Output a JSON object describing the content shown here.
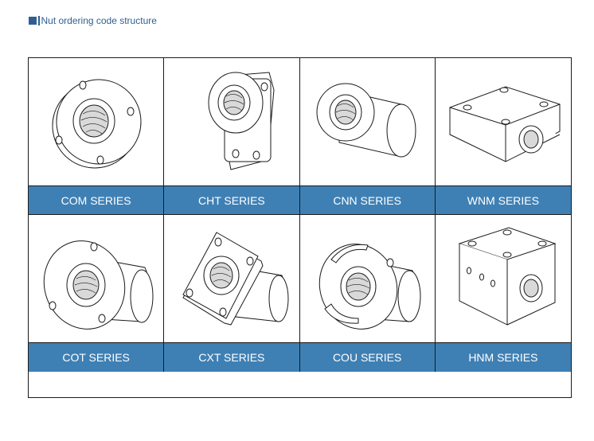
{
  "heading": {
    "text": "Nut ordering code structure"
  },
  "theme": {
    "accent": "#2f5f91",
    "label_bg": "#3f80b4",
    "label_text": "#ffffff",
    "border": "#1a1a1a"
  },
  "series": [
    {
      "label": "COM SERIES",
      "icon": "flange-nut-four-hole-icon"
    },
    {
      "label": "CHT SERIES",
      "icon": "flange-nut-trimmed-icon"
    },
    {
      "label": "CNN SERIES",
      "icon": "cylindrical-nut-icon"
    },
    {
      "label": "WNM SERIES",
      "icon": "block-nut-low-icon"
    },
    {
      "label": "COT SERIES",
      "icon": "flange-nut-three-hole-icon"
    },
    {
      "label": "CXT SERIES",
      "icon": "square-flange-nut-icon"
    },
    {
      "label": "COU SERIES",
      "icon": "slotted-flange-nut-icon"
    },
    {
      "label": "HNM SERIES",
      "icon": "block-nut-tall-icon"
    }
  ]
}
